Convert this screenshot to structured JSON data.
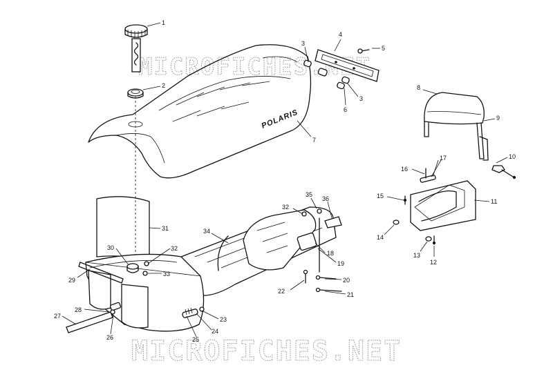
{
  "watermarks": {
    "top": "MICROFICHES.NET",
    "bottom": "MICROFICHES.NET"
  },
  "seat_logo": "POLARIS",
  "callouts": [
    "1",
    "2",
    "3",
    "4",
    "5",
    "3",
    "6",
    "7",
    "8",
    "9",
    "10",
    "16",
    "17",
    "15",
    "11",
    "14",
    "13",
    "12",
    "35",
    "36",
    "32",
    "34",
    "18",
    "19",
    "20",
    "21",
    "22",
    "31",
    "30",
    "32",
    "33",
    "29",
    "28",
    "27",
    "26",
    "25",
    "24",
    "23"
  ]
}
